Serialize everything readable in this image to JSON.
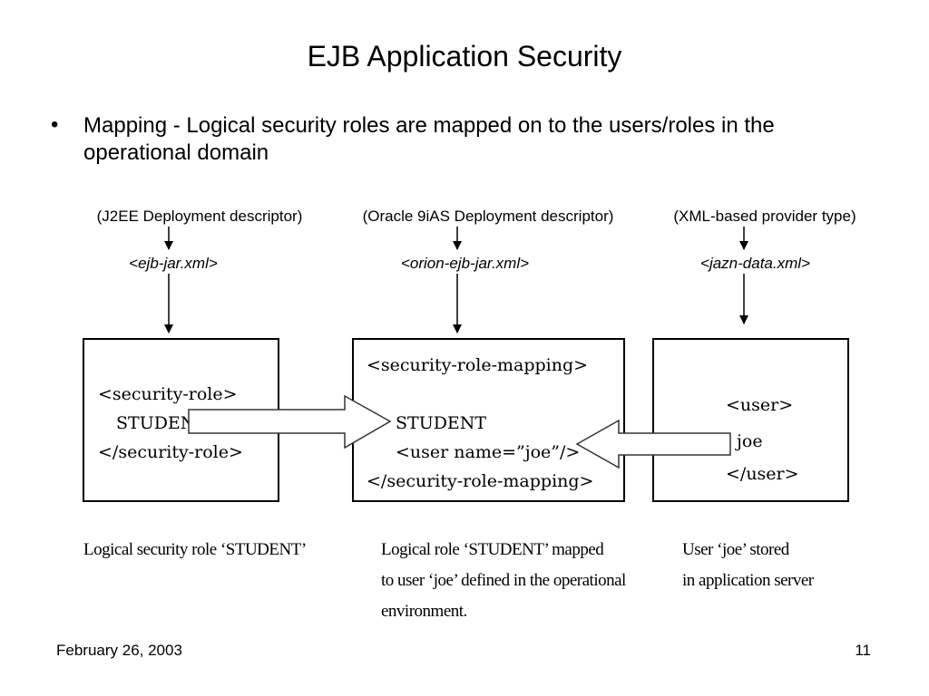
{
  "title": "EJB Application Security",
  "bullet": {
    "marker": "•",
    "text": "Mapping - Logical security roles are mapped on to the users/roles in the operational domain"
  },
  "columns": [
    {
      "source": "(J2EE Deployment descriptor)",
      "file": "<ejb-jar.xml>",
      "code": [
        "<security-role>",
        "STUDENT",
        "</security-role>"
      ],
      "caption": [
        "Logical security role ‘STUDENT’"
      ]
    },
    {
      "source": "(Oracle 9iAS Deployment descriptor)",
      "file": "<orion-ejb-jar.xml>",
      "code": [
        "<security-role-mapping>",
        "STUDENT",
        "<user name=”joe”/>",
        "</security-role-mapping>"
      ],
      "caption": [
        "Logical role ‘STUDENT’  mapped",
        "to user ‘joe’ defined in the operational",
        "environment."
      ]
    },
    {
      "source": "(XML-based provider type)",
      "file": "<jazn-data.xml>",
      "code": [
        "<user>",
        "joe",
        "</user>"
      ],
      "caption": [
        "User ‘joe’ stored",
        "in application server"
      ]
    }
  ],
  "footer": {
    "date": "February 26, 2003",
    "page": "11"
  }
}
